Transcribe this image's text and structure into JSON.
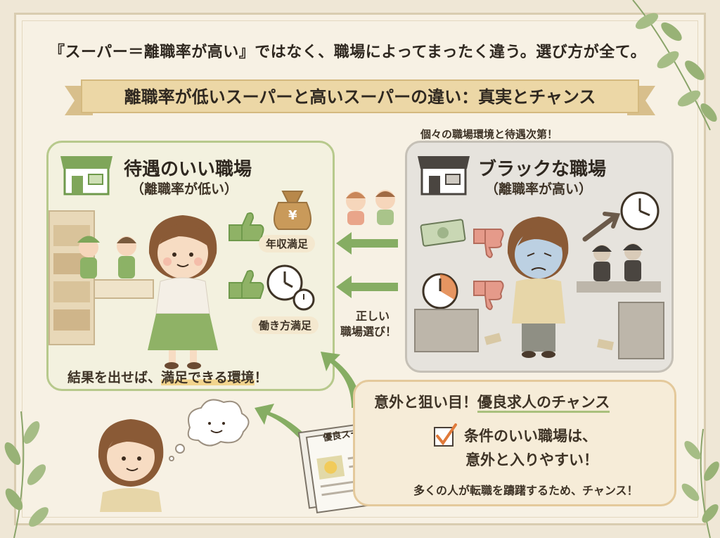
{
  "headline": "『スーパー＝離職率が高い』ではなく、職場によってまったく違う。選び方が全て。",
  "banner_title": "離職率が低いスーパーと高いスーパーの違い：真実とチャンス",
  "top_note": "個々の職場環境と待遇次第！",
  "good_panel": {
    "title": "待遇のいい職場",
    "subtitle": "（離職率が低い）",
    "badge_salary": "年収満足",
    "badge_work": "働き方満足",
    "yen": "¥",
    "result_pre": "結果を出せば、",
    "result_hl": "満足できる環境",
    "result_post": "！"
  },
  "bad_panel": {
    "title": "ブラックな職場",
    "subtitle": "（離職率が高い）"
  },
  "arrow_label_1": "正しい",
  "arrow_label_2": "職場選び！",
  "chance_panel": {
    "title_pre": "意外と狙い目！",
    "title_hl": "優良求人のチャンス",
    "check_line1": "条件のいい職場は、",
    "check_line2": "意外と入りやすい！",
    "note": "多くの人が転職を躊躇するため、チャンス！"
  },
  "newspaper_title": "優良スーパー求人",
  "colors": {
    "good_green": "#7fa65a",
    "bad_gray": "#6e6a64",
    "arrow_green": "#86ad63",
    "accent_orange": "#e07a3a"
  }
}
